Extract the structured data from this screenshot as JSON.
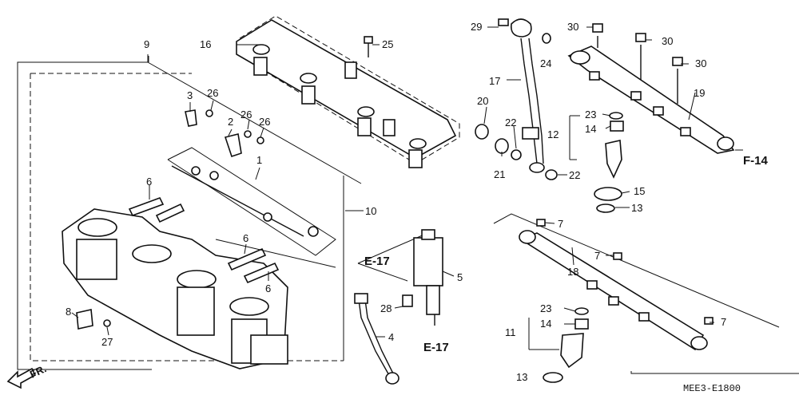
{
  "diagram": {
    "code": "MEE3-E1800",
    "direction_label": "FR.",
    "callouts": [
      {
        "id": "c9",
        "text": "9"
      },
      {
        "id": "c16",
        "text": "16"
      },
      {
        "id": "c25",
        "text": "25"
      },
      {
        "id": "c29",
        "text": "29"
      },
      {
        "id": "c24",
        "text": "24"
      },
      {
        "id": "c30a",
        "text": "30"
      },
      {
        "id": "c30b",
        "text": "30"
      },
      {
        "id": "c30c",
        "text": "30"
      },
      {
        "id": "c17",
        "text": "17"
      },
      {
        "id": "c19",
        "text": "19"
      },
      {
        "id": "c20",
        "text": "20"
      },
      {
        "id": "c22a",
        "text": "22"
      },
      {
        "id": "c23a",
        "text": "23"
      },
      {
        "id": "c14a",
        "text": "14"
      },
      {
        "id": "c12",
        "text": "12"
      },
      {
        "id": "c21",
        "text": "21"
      },
      {
        "id": "c22b",
        "text": "22"
      },
      {
        "id": "c15",
        "text": "15"
      },
      {
        "id": "c13a",
        "text": "13"
      },
      {
        "id": "c3",
        "text": "3"
      },
      {
        "id": "c26a",
        "text": "26"
      },
      {
        "id": "c2",
        "text": "2"
      },
      {
        "id": "c26b",
        "text": "26"
      },
      {
        "id": "c26c",
        "text": "26"
      },
      {
        "id": "c1",
        "text": "1"
      },
      {
        "id": "c6a",
        "text": "6"
      },
      {
        "id": "c10",
        "text": "10"
      },
      {
        "id": "c6b",
        "text": "6"
      },
      {
        "id": "c6c",
        "text": "6"
      },
      {
        "id": "c7a",
        "text": "7"
      },
      {
        "id": "c7b",
        "text": "7"
      },
      {
        "id": "c18",
        "text": "18"
      },
      {
        "id": "c5",
        "text": "5"
      },
      {
        "id": "c28",
        "text": "28"
      },
      {
        "id": "c8",
        "text": "8"
      },
      {
        "id": "c27",
        "text": "27"
      },
      {
        "id": "c4",
        "text": "4"
      },
      {
        "id": "c23b",
        "text": "23"
      },
      {
        "id": "c14b",
        "text": "14"
      },
      {
        "id": "c11",
        "text": "11"
      },
      {
        "id": "c7c",
        "text": "7"
      },
      {
        "id": "c13b",
        "text": "13"
      }
    ],
    "refs": [
      {
        "id": "rF14",
        "text": "F-14"
      },
      {
        "id": "rE17a",
        "text": "E-17"
      },
      {
        "id": "rE17b",
        "text": "E-17"
      }
    ]
  }
}
